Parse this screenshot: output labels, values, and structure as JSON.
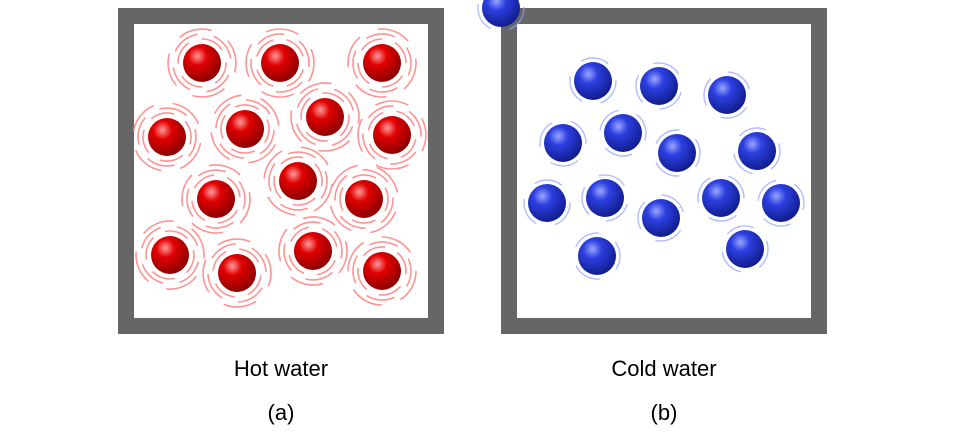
{
  "panels": [
    {
      "caption": "Hot water",
      "sublabel": "(a)",
      "molecule_color": "#e00000",
      "molecule_highlight": "#ff9a9a",
      "molecule_shadow": "#8a0000",
      "motion_color": "#ff8080",
      "molecule_count": 14,
      "motion": "vigorous"
    },
    {
      "caption": "Cold water",
      "sublabel": "(b)",
      "molecule_color": "#2c3fe0",
      "molecule_highlight": "#9aa6ff",
      "molecule_shadow": "#101c8a",
      "motion_color": "#8fa0ff",
      "molecule_count": 15,
      "motion": "gentle"
    }
  ],
  "container_color": "#666666"
}
